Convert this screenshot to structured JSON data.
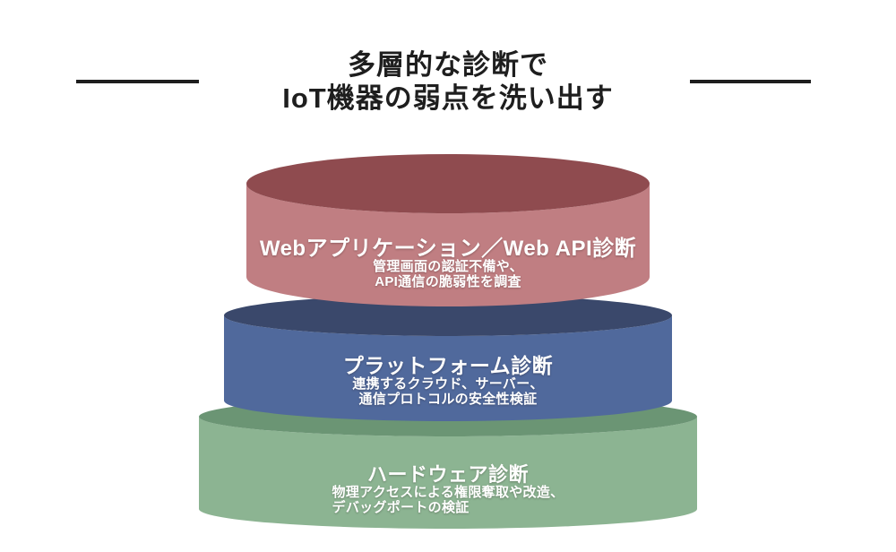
{
  "title": {
    "line1": "多層的な診断で",
    "line2": "IoT機器の弱点を洗い出す"
  },
  "ink_color": "#1E1E1E",
  "layers": [
    {
      "id": "web-api",
      "label": "Webアプリケーション／Web API診断",
      "desc_line1": "管理画面の認証不備や、",
      "desc_line2": "API通信の脆弱性を調査",
      "top_color": "#8F4B4F",
      "body_color": "#C07E82"
    },
    {
      "id": "platform",
      "label": "プラットフォーム診断",
      "desc_line1": "連携するクラウド、サーバー、",
      "desc_line2": "通信プロトコルの安全性検証",
      "top_color": "#3A486B",
      "body_color": "#50699C"
    },
    {
      "id": "hardware",
      "label": "ハードウェア診断",
      "desc_line1": "物理アクセスによる権限奪取や改造、",
      "desc_line2": "デバッグポートの検証",
      "top_color": "#6B9574",
      "body_color": "#8CB492"
    }
  ]
}
